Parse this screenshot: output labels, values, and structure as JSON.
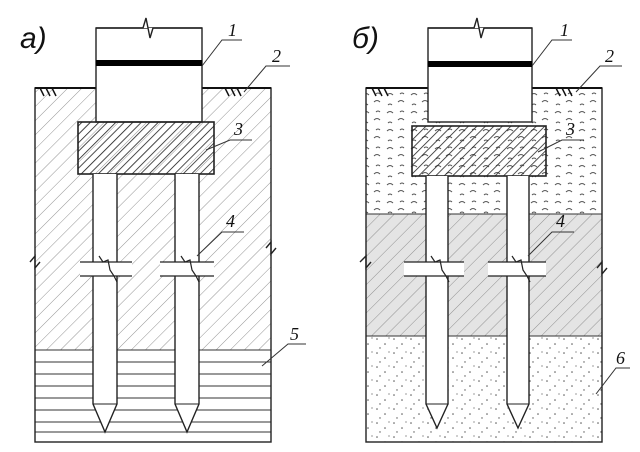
{
  "panels": [
    {
      "id": "a",
      "label": "а)",
      "soil": "uniform-hatch-over-layered",
      "callouts": [
        "1",
        "2",
        "3",
        "4",
        "5"
      ]
    },
    {
      "id": "b",
      "label": "б)",
      "soil": "three-layer-weak-over-clay-over-sand",
      "callouts": [
        "1",
        "2",
        "3",
        "4",
        "6"
      ]
    }
  ]
}
